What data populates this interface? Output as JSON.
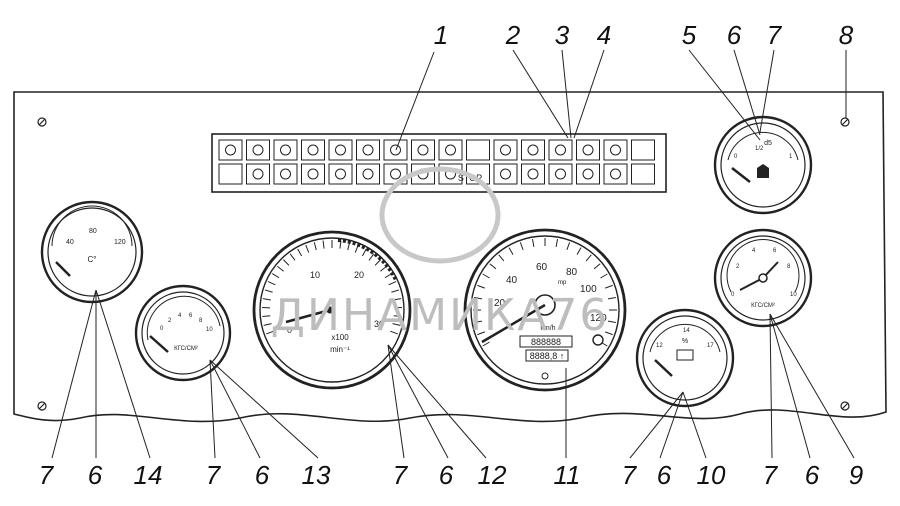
{
  "callouts": {
    "top": [
      "1",
      "2",
      "3",
      "4",
      "5",
      "6",
      "7",
      "8"
    ],
    "bottom": [
      "7",
      "6",
      "14",
      "7",
      "6",
      "13",
      "7",
      "6",
      "12",
      "11",
      "7",
      "6",
      "10",
      "7",
      "6",
      "9"
    ]
  },
  "gauges": {
    "temperature": {
      "ticks": [
        "40",
        "80",
        "120"
      ],
      "unit": "C°"
    },
    "oil_pressure": {
      "ticks": [
        "0",
        "2",
        "4",
        "6",
        "8",
        "10"
      ],
      "unit": "КГС/СМ²"
    },
    "tachometer": {
      "ticks": [
        "0",
        "10",
        "20",
        "30"
      ],
      "unit_line1": "x100",
      "unit_line2": "min⁻¹"
    },
    "speedometer": {
      "ticks": [
        "20",
        "40",
        "60",
        "80",
        "100",
        "120"
      ],
      "unit": "km/h",
      "odometer": "888888",
      "trip": "8888,8 ↑",
      "mph": "mp"
    },
    "voltmeter": {
      "ticks": [
        "12",
        "14",
        "17"
      ],
      "symbol": "%"
    },
    "fuel": {
      "ticks": [
        "0",
        "1/2",
        "1"
      ],
      "top_label": "d5"
    },
    "air_pressure": {
      "ticks": [
        "0",
        "2",
        "4",
        "6",
        "8",
        "10"
      ],
      "unit": "КГС/СМ²"
    }
  },
  "lamps": {
    "stop_label": "STOP"
  },
  "watermark": "ДИНАМИКА76"
}
